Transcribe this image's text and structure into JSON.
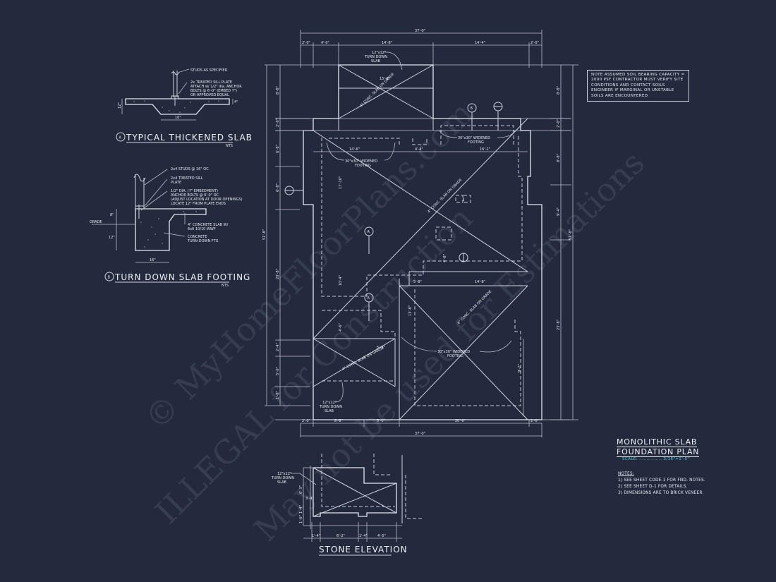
{
  "colors": {
    "background": "#242a3d",
    "linework": "#cfd3de",
    "scale_accent": "#4fd0e6",
    "watermark": "rgba(150,160,185,0.16)"
  },
  "watermark": {
    "line1": "© MyHomeFloorPlans.com",
    "line2": "ILLEGAL for Construction",
    "line3": "May not be used for Estimations"
  },
  "detail_a": {
    "tag": "A",
    "title": "TYPICAL THICKENED SLAB",
    "scale": "NTS",
    "callouts": [
      "STUDS AS SPECIFIED",
      "2x TREATED SILL PLATE",
      "ATTACH w/ 1/2\" dia. ANCHOR",
      "BOLTS @ 6'-0\" (EMBED 7\")",
      "OR APPROVED EQUAL"
    ],
    "dims": {
      "width": "16\"",
      "depth": "12\"",
      "slab": "4\""
    }
  },
  "detail_b": {
    "tag": "B",
    "title": "TURN DOWN SLAB FOOTING",
    "scale": "NTS",
    "callouts": [
      "2x4 STUDS @ 16\" OC",
      "2x4 TREATED SILL",
      "PLATE",
      "1/2\" DIA. (7\" EMBEDMENT)",
      "ANCHOR BOLTS @ 6'-0\" OC",
      "(ADJUST LOCATION AT DOOR OPENINGS)",
      "LOCATE 12\" FROM PLATE ENDS",
      "4\" CONCRETE SLAB W/",
      "6x6 10/10 WWF",
      "CONCRETE",
      "TURN-DOWN FTG."
    ],
    "grade_label": "GRADE",
    "dims": {
      "above_grade": "8\"",
      "below_grade": "12\"",
      "width": "16\""
    }
  },
  "soil_note": "NOTE ASSUMED SOIL BEARING CAPACITY = 2000 PSF CONTRACTOR MUST VERIFY SITE CONDITIONS AND CONTACT SOILS ENGINEER IF MARGINAL OR UNSTABLE SOILS ARE ENCOUNTERED",
  "plan": {
    "title_line1": "MONOLITHIC SLAB",
    "title_line2": "FOUNDATION PLAN",
    "scale_label": "SCALE: ............... 3/16\"=1'-0\"",
    "notes_header": "NOTES:",
    "notes": [
      "1) SEE SHEET CODE-1 FOR FND. NOTES.",
      "2) SEE SHEET D-1 FOR DETAILS.",
      "3) DIMENSIONS ARE TO BRICK VENEER."
    ],
    "top_dims": {
      "overall": "37'-0\"",
      "segments": [
        "2'-0\"",
        "4'-0\"",
        "14'-8\"",
        "14'-4\"",
        "2'-0\""
      ]
    },
    "bottom_dims": {
      "overall": "37'-0\"",
      "segments": [
        "2'-0\"",
        "8'-8\"",
        "5'-0\"",
        "20'-0\"",
        "2'-0\""
      ]
    },
    "left_dims": {
      "overall": "51'-8\"",
      "segments": [
        "8'-8\"",
        "2'-0\"",
        "6'-8\"",
        "6'-8\"",
        "20'-8\"",
        "2'-4\"",
        "5'-0\"",
        "1'-8\""
      ]
    },
    "right_dims": {
      "overall": "51'-8\"",
      "segments": [
        "8'-8\"",
        "2'-0\"",
        "8'-8\"",
        "9'-4\"",
        "23'-8\""
      ]
    },
    "interior_dims": [
      "15'-8\"",
      "14'-6\"",
      "4'-4\"",
      "16'-2\"",
      "17'-10\"",
      "10'-4\"",
      "4'-6\"",
      "5'-4\"",
      "4'-8\"",
      "5'-8\"",
      "14'-8\"",
      "13'-8\"",
      "9'-2\"",
      "3'-8\""
    ],
    "callouts": {
      "turn_down_top": [
        "12\"x12\"",
        "TURN DOWN",
        "SLAB"
      ],
      "turn_down_bottom": [
        "12\"x12\"",
        "TURN DOWN",
        "SLAB"
      ],
      "widened_footing": [
        "30\"x30\" WIDENED",
        "FOOTING"
      ],
      "slab_label": "4\" CONC. SLAB ON GRADE"
    },
    "section_tags": [
      "A",
      "A",
      "B"
    ]
  },
  "stone_elevation": {
    "title": "STONE ELEVATION",
    "callout": [
      "12\"x12\"",
      "TURN DOWN",
      "SLAB"
    ],
    "dims": {
      "height": "6'-3\"",
      "step": "3'-4\"",
      "low1": "1'-4\"",
      "low2": "1'-6\"",
      "bottom": [
        "1'-4\"",
        "6'-2\"",
        "1'-4\"",
        "4'-5\""
      ]
    }
  }
}
